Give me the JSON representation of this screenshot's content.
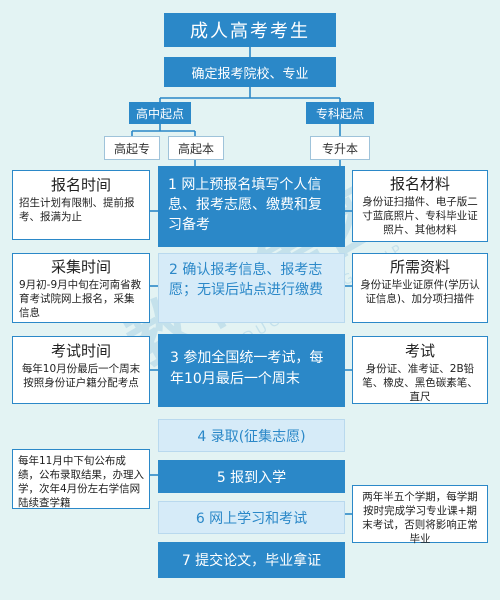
{
  "title": "成人高考考生",
  "select": "确定报考院校、专业",
  "branches": {
    "left": "高中起点",
    "right": "专科起点",
    "gaoqizhuan": "高起专",
    "gaoqiben": "高起本",
    "zhuanshengben": "专升本"
  },
  "steps": [
    {
      "label": "1 网上预报名填写个人信息、报考志愿、缴费和复习备考"
    },
    {
      "label": "2 确认报考信息、报考志愿；无误后站点进行缴费"
    },
    {
      "label": "3 参加全国统一考试，每年10月最后一个周末"
    },
    {
      "label": "4 录取(征集志愿)"
    },
    {
      "label": "5 报到入学"
    },
    {
      "label": "6 网上学习和考试"
    },
    {
      "label": "7 提交论文，毕业拿证"
    }
  ],
  "left_info": [
    {
      "title": "报名时间",
      "desc": "招生计划有限制、提前报考、报满为止"
    },
    {
      "title": "采集时间",
      "desc": "9月初-9月中旬在河南省教育考试院网上报名，采集信息"
    },
    {
      "title": "考试时间",
      "desc": "每年10月份最后一个周末按照身份证户籍分配考点"
    },
    {
      "desc": "每年11月中下旬公布成绩，公布录取结果，办理入学，次年4月份左右学信网陆续查学籍"
    }
  ],
  "right_info": [
    {
      "title": "报名材料",
      "desc": "身份证扫描件、电子版二寸蓝底照片、专科毕业证照片、其他材料"
    },
    {
      "title": "所需资料",
      "desc": "身份证毕业证原件(学历认证信息)、加分项扫描件"
    },
    {
      "title": "考试",
      "desc": "身份证、准考证、2B铅笔、橡皮、黑色碳素笔、直尺"
    },
    {
      "desc": "两年半五个学期，每学期按时完成学习专业课+期末考试，否则将影响正常毕业"
    }
  ],
  "watermark": "教育集团",
  "watermark_en": "SHENG EDUCATION GROUP",
  "colors": {
    "primary": "#2b88c8",
    "light": "#d6ebf8",
    "bg": "#e3f3f3"
  }
}
